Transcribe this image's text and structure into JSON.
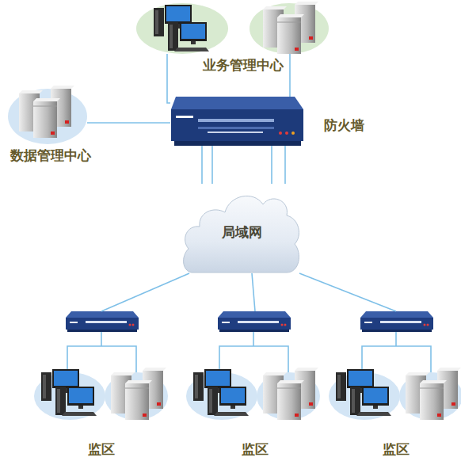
{
  "diagram": {
    "nodes": [
      {
        "text": [
          "业务管理中心"
        ]
      },
      {
        "text": [
          "数据管理中心"
        ]
      },
      {
        "text": [
          "防火墙"
        ]
      },
      {
        "text": [
          "局域网"
        ]
      },
      {
        "text": [
          "监区"
        ]
      },
      {
        "text": [
          "监区"
        ]
      },
      {
        "text": [
          "监区"
        ]
      }
    ],
    "edges": [
      {
        "from": 0,
        "to": 2,
        "arrow": "none"
      },
      {
        "from": 0,
        "to": 2,
        "arrow": "none"
      },
      {
        "from": 1,
        "to": 2,
        "arrow": "none"
      },
      {
        "from": 2,
        "to": 3,
        "arrow": "none"
      },
      {
        "from": 2,
        "to": 3,
        "arrow": "none"
      },
      {
        "from": 2,
        "to": 3,
        "arrow": "none"
      },
      {
        "from": 2,
        "to": 3,
        "arrow": "none"
      },
      {
        "from": 3,
        "to": 4,
        "arrow": "none"
      },
      {
        "from": 3,
        "to": 5,
        "arrow": "none"
      },
      {
        "from": 3,
        "to": 6,
        "arrow": "none"
      }
    ]
  }
}
